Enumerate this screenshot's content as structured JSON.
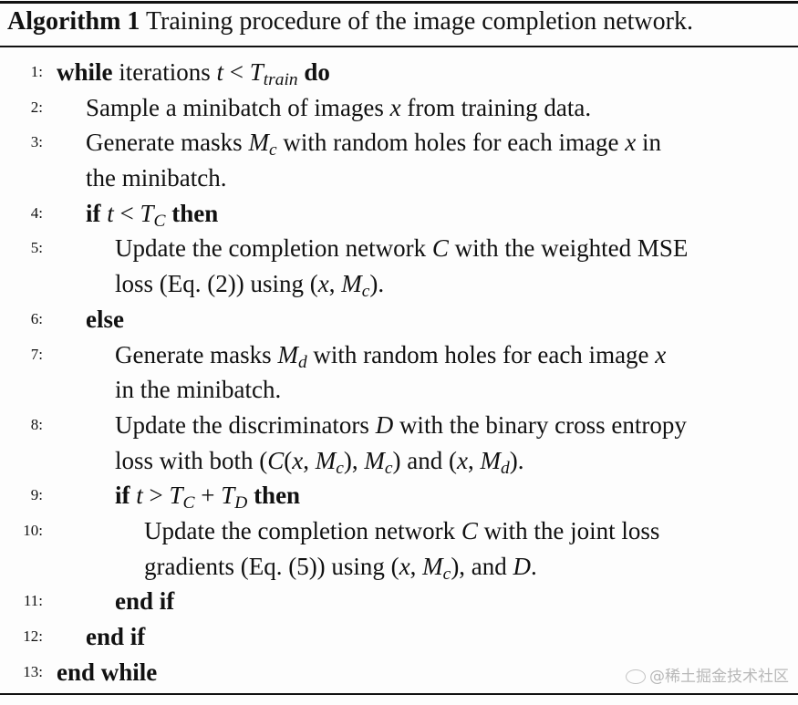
{
  "algorithm": {
    "label": "Algorithm 1",
    "title": "Training procedure of the image completion network."
  },
  "lines": [
    {
      "num": "1:",
      "p": [
        "while",
        " iterations ",
        "t",
        " < ",
        "T",
        "train",
        " do"
      ]
    },
    {
      "num": "2:",
      "p": [
        "Sample a minibatch of images ",
        "x",
        " from training data."
      ]
    },
    {
      "num": "3:",
      "p": [
        "Generate masks ",
        "M",
        "c",
        " with random holes for each image ",
        "x",
        " in"
      ]
    },
    {
      "num": "",
      "p": [
        "the minibatch."
      ]
    },
    {
      "num": "4:",
      "p": [
        "if",
        " ",
        "t",
        " < ",
        "T",
        "C",
        " then"
      ]
    },
    {
      "num": "5:",
      "p": [
        "Update the completion network ",
        "C",
        " with the weighted MSE"
      ]
    },
    {
      "num": "",
      "p": [
        "loss (Eq. (2)) using (",
        "x",
        ", ",
        "M",
        "c",
        ")."
      ]
    },
    {
      "num": "6:",
      "p": [
        "else"
      ]
    },
    {
      "num": "7:",
      "p": [
        "Generate masks ",
        "M",
        "d",
        " with random holes for each image ",
        "x"
      ]
    },
    {
      "num": "",
      "p": [
        "in the minibatch."
      ]
    },
    {
      "num": "8:",
      "p": [
        "Update the discriminators ",
        "D",
        " with the binary cross entropy"
      ]
    },
    {
      "num": "",
      "p": [
        "loss with both (",
        "C",
        "(",
        "x",
        ", ",
        "M",
        "c",
        "), ",
        "M",
        "c",
        ") and (",
        "x",
        ", ",
        "M",
        "d",
        ")."
      ]
    },
    {
      "num": "9:",
      "p": [
        "if",
        " ",
        "t",
        " > ",
        "T",
        "C",
        " + ",
        "T",
        "D",
        " then"
      ]
    },
    {
      "num": "10:",
      "p": [
        "Update the completion network ",
        "C",
        " with the joint loss"
      ]
    },
    {
      "num": "",
      "p": [
        "gradients (Eq. (5)) using (",
        "x",
        ", ",
        "M",
        "c",
        "), and ",
        "D",
        "."
      ]
    },
    {
      "num": "11:",
      "p": [
        "end if"
      ]
    },
    {
      "num": "12:",
      "p": [
        "end if"
      ]
    },
    {
      "num": "13:",
      "p": [
        "end while"
      ]
    }
  ],
  "watermark": {
    "text": "@稀土掘金技术社区",
    "icon": "wechat-icon"
  }
}
